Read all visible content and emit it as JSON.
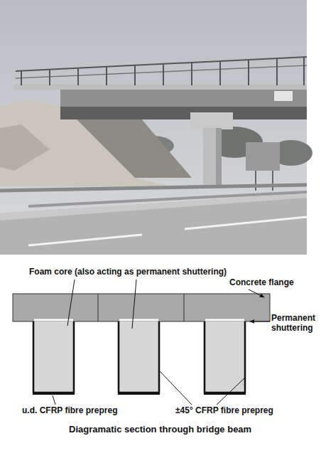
{
  "diagram": {
    "caption": "Diagramatic section through bridge beam",
    "labels": [
      "Foam core (also acting as permanent shuttering)",
      "Concrete flange",
      "Permanent shuttering",
      "u.d. CFRP fibre prepreg",
      "±45° CFRP fibre prepreg"
    ]
  }
}
